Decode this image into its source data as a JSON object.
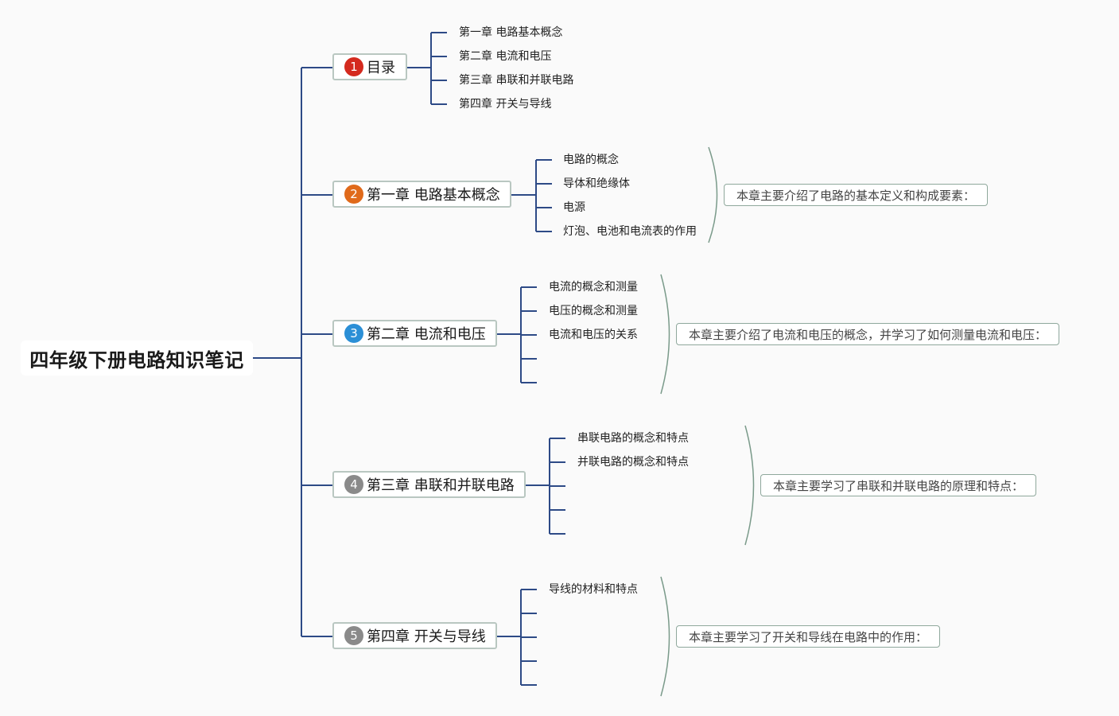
{
  "root": {
    "title": "四年级下册电路知识笔记"
  },
  "branches": [
    {
      "number": "1",
      "label": "目录",
      "badge_color": "#d42a1e",
      "children": [
        "第一章 电路基本概念",
        "第二章 电流和电压",
        "第三章 串联和并联电路",
        "第四章 开关与导线"
      ],
      "summary": ""
    },
    {
      "number": "2",
      "label": "第一章 电路基本概念",
      "badge_color": "#e06a1b",
      "children": [
        "电路的概念",
        "导体和绝缘体",
        "电源",
        "灯泡、电池和电流表的作用"
      ],
      "summary": "本章主要介绍了电路的基本定义和构成要素："
    },
    {
      "number": "3",
      "label": "第二章 电流和电压",
      "badge_color": "#2b8fd6",
      "children": [
        "电流的概念和测量",
        "电压的概念和测量",
        "电流和电压的关系",
        "",
        ""
      ],
      "summary": "本章主要介绍了电流和电压的概念，并学习了如何测量电流和电压："
    },
    {
      "number": "4",
      "label": "第三章 串联和并联电路",
      "badge_color": "#8a8a8a",
      "children": [
        "串联电路的概念和特点",
        "并联电路的概念和特点",
        "",
        "",
        ""
      ],
      "summary": "本章主要学习了串联和并联电路的原理和特点："
    },
    {
      "number": "5",
      "label": "第四章 开关与导线",
      "badge_color": "#8a8a8a",
      "children": [
        "导线的材料和特点",
        "",
        "",
        "",
        ""
      ],
      "summary": "本章主要学习了开关和导线在电路中的作用："
    }
  ],
  "colors": {
    "connector": "#2d4a86",
    "bracket": "#7a9a8a",
    "branch_border": "#b9c7c1"
  }
}
